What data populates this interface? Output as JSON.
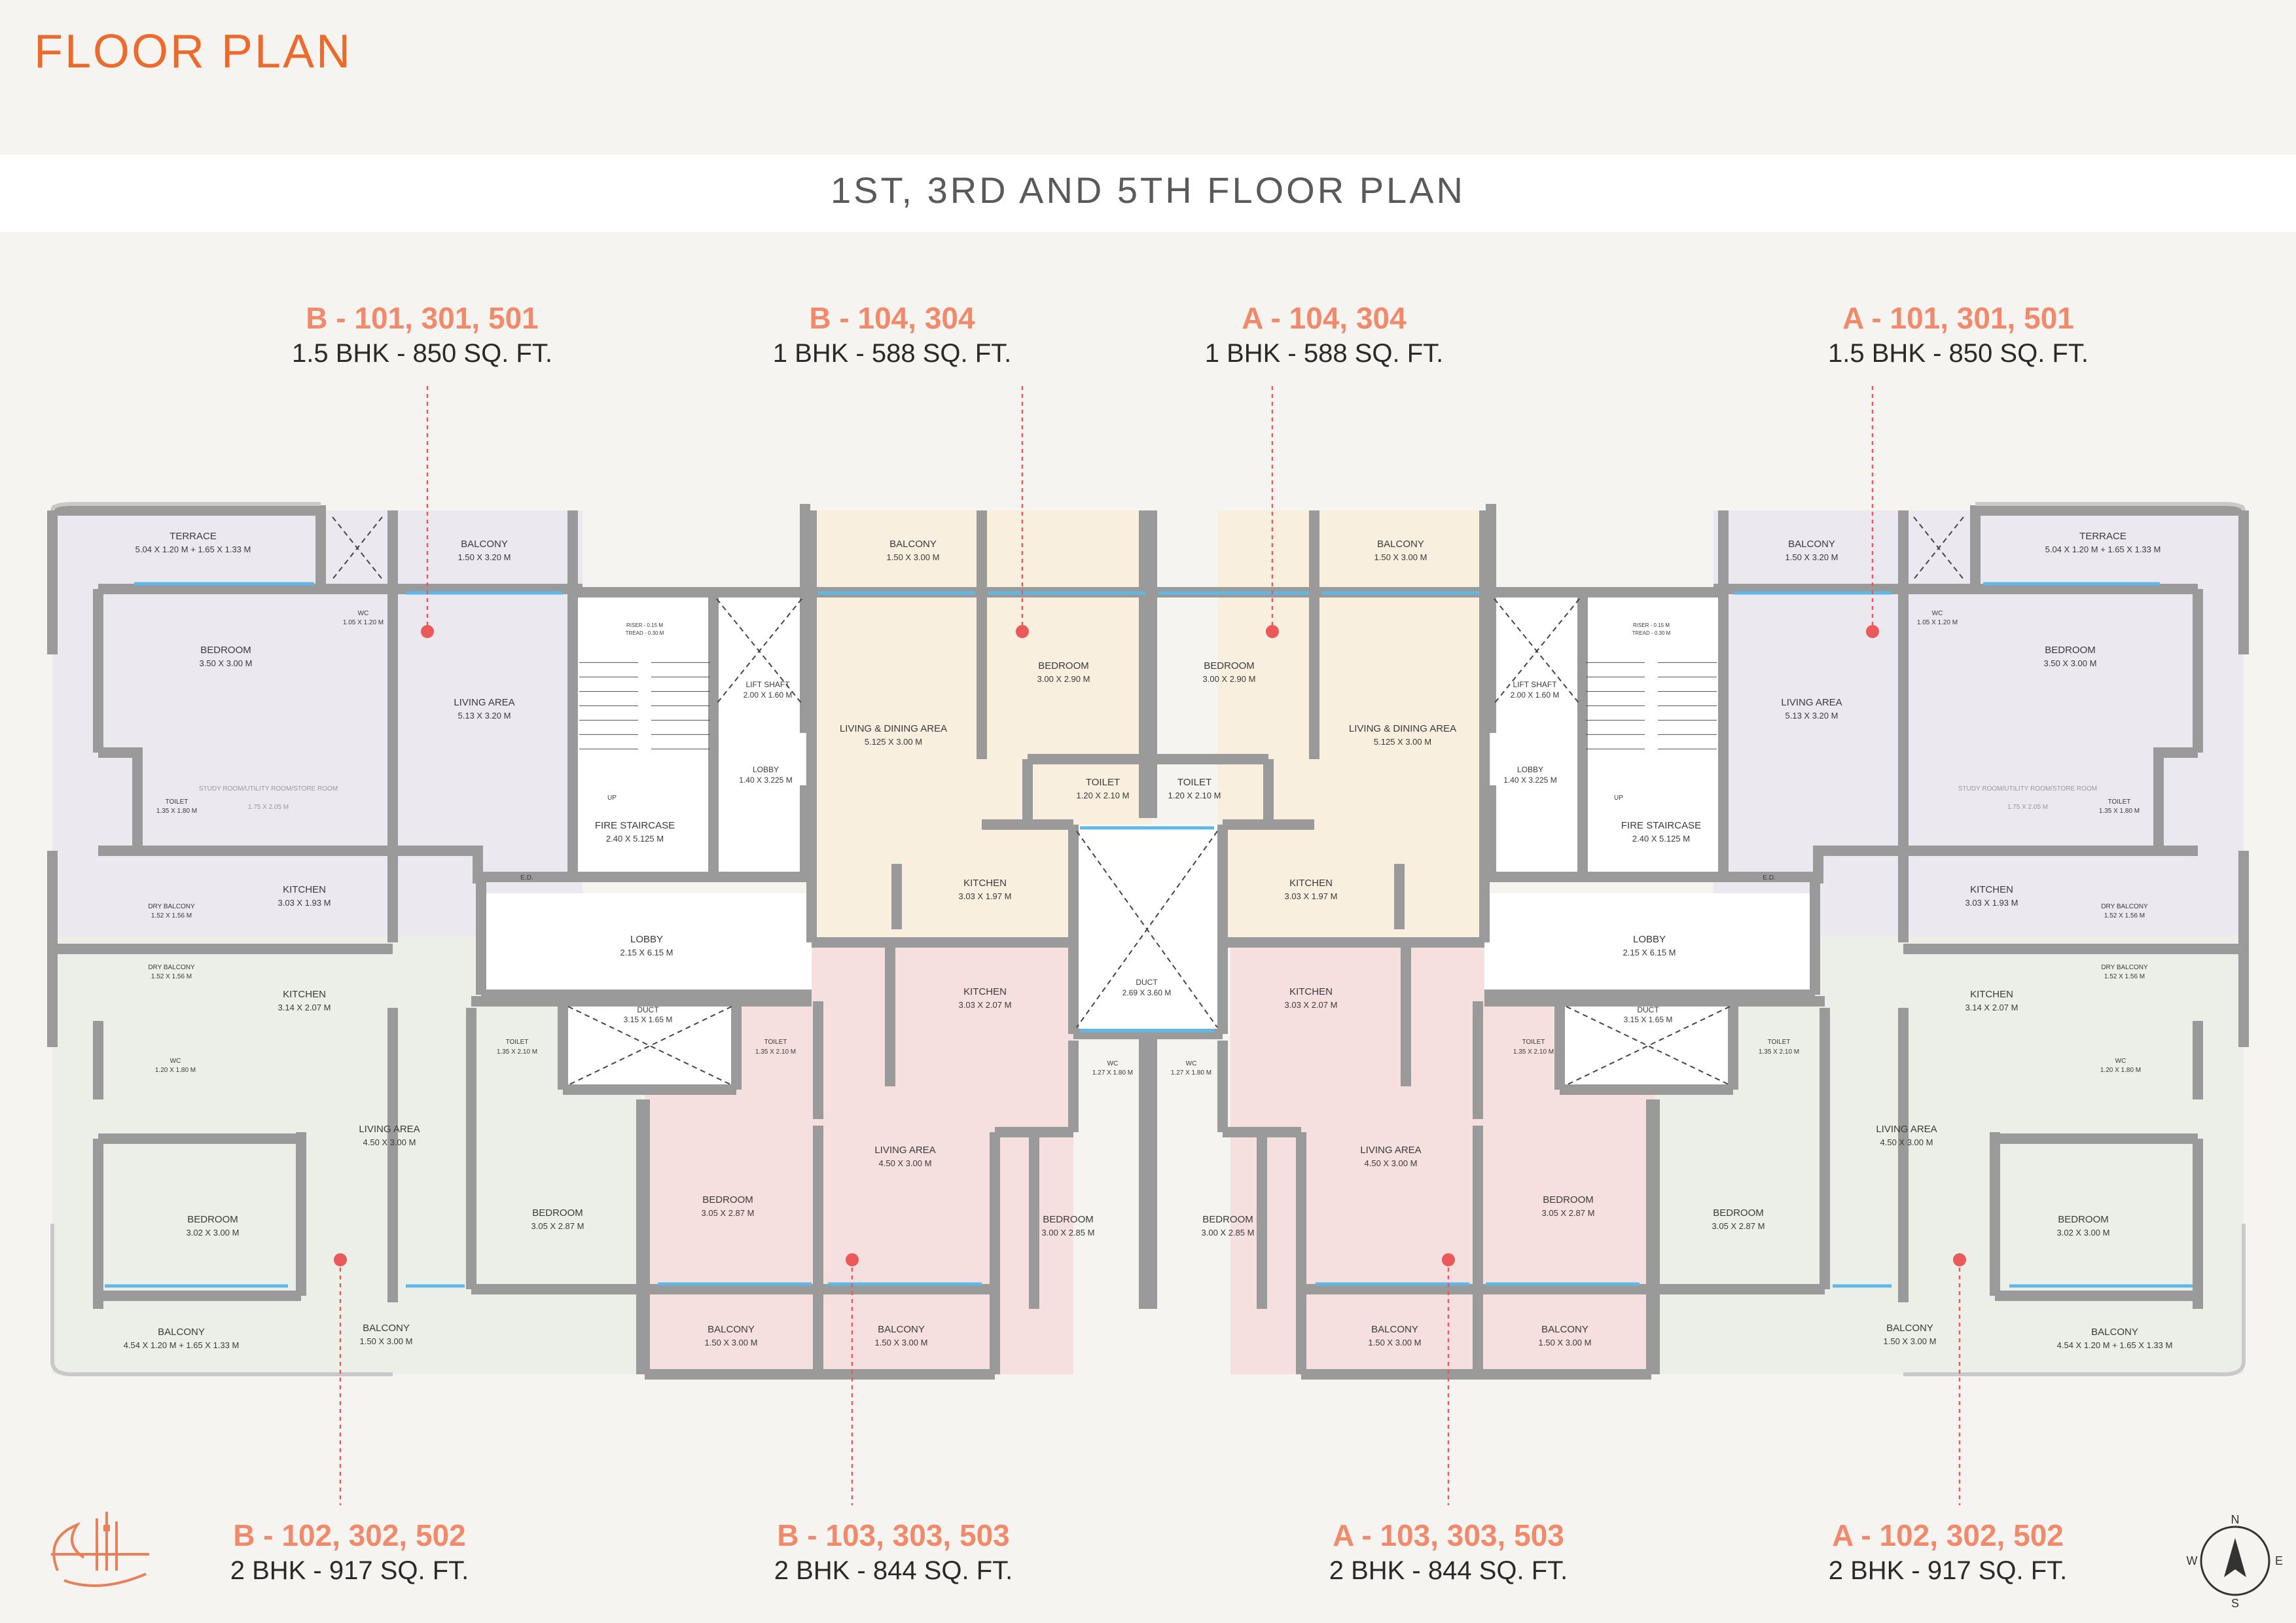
{
  "page_title": "FLOOR PLAN",
  "plan_title": "1ST, 3RD AND 5TH FLOOR PLAN",
  "colors": {
    "accent": "#ec6a2c",
    "unit_code": "#f08a6a",
    "marker": "#ea5a5a",
    "wall": "#9a9a9a",
    "window": "#5fb8e6",
    "purple_zone": "#ebe8ef",
    "green_zone": "#ecefe7",
    "beige_zone": "#f8efdf",
    "pink_zone": "#f6dfdf"
  },
  "units_top": [
    {
      "code": "B - 101, 301, 501",
      "size": "1.5 BHK - 850 SQ. FT."
    },
    {
      "code": "B - 104, 304",
      "size": "1 BHK - 588 SQ. FT."
    },
    {
      "code": "A - 104, 304",
      "size": "1 BHK - 588 SQ. FT."
    },
    {
      "code": "A - 101, 301, 501",
      "size": "1.5 BHK - 850 SQ. FT."
    }
  ],
  "units_bottom": [
    {
      "code": "B - 102, 302, 502",
      "size": "2 BHK - 917 SQ. FT."
    },
    {
      "code": "B - 103, 303, 503",
      "size": "2 BHK - 844 SQ. FT."
    },
    {
      "code": "A - 103, 303, 503",
      "size": "2 BHK - 844 SQ. FT."
    },
    {
      "code": "A - 102, 302, 502",
      "size": "2 BHK - 917 SQ. FT."
    }
  ],
  "rooms": {
    "terrace": {
      "name": "TERRACE",
      "dim": "5.04 X 1.20 M + 1.65 X 1.33 M"
    },
    "balcony_320": {
      "name": "BALCONY",
      "dim": "1.50 X 3.20 M"
    },
    "balcony_300": {
      "name": "BALCONY",
      "dim": "1.50 X 3.00 M"
    },
    "balcony_b102": {
      "name": "BALCONY",
      "dim": "4.54 X 1.20 M + 1.65 X 1.33 M"
    },
    "wc_top": {
      "name": "WC",
      "dim": "1.05 X 1.20 M"
    },
    "bedroom_350": {
      "name": "BEDROOM",
      "dim": "3.50 X 3.00 M"
    },
    "living_513": {
      "name": "LIVING AREA",
      "dim": "5.13 X 3.20 M"
    },
    "toilet_135x180": {
      "name": "TOILET",
      "dim": "1.35 X 1.80 M"
    },
    "study": {
      "name": "STUDY ROOM/UTILITY ROOM/STORE ROOM",
      "dim": "1.75 X 2.05 M"
    },
    "kitchen_303x193": {
      "name": "KITCHEN",
      "dim": "3.03 X 1.93 M"
    },
    "dry_balcony": {
      "name": "DRY BALCONY",
      "dim": "1.52 X 1.56 M"
    },
    "ed": {
      "name": "E.D.",
      "dim": ""
    },
    "fire_staircase": {
      "name": "FIRE STAIRCASE",
      "dim": "2.40 X 5.125 M"
    },
    "up": {
      "name": "UP",
      "dim": ""
    },
    "riser": {
      "name": "RISER - 0.15 M",
      "dim": "TREAD - 0.30 M"
    },
    "lift_shaft": {
      "name": "LIFT SHAFT",
      "dim": "2.00 X 1.60 M"
    },
    "lobby_small": {
      "name": "LOBBY",
      "dim": "1.40 X 3.225 M"
    },
    "lobby_big": {
      "name": "LOBBY",
      "dim": "2.15 X 6.15 M"
    },
    "living_dining": {
      "name": "LIVING & DINING AREA",
      "dim": "5.125 X 3.00 M"
    },
    "bedroom_300x290": {
      "name": "BEDROOM",
      "dim": "3.00 X 2.90 M"
    },
    "toilet_120x210": {
      "name": "TOILET",
      "dim": "1.20 X 2.10 M"
    },
    "kitchen_303x197": {
      "name": "KITCHEN",
      "dim": "3.03 X 1.97 M"
    },
    "kitchen_314x207": {
      "name": "KITCHEN",
      "dim": "3.14 X 2.07 M"
    },
    "kitchen_303x207": {
      "name": "KITCHEN",
      "dim": "3.03 X 2.07 M"
    },
    "duct_small": {
      "name": "DUCT",
      "dim": "3.15 X 1.65 M"
    },
    "duct_big": {
      "name": "DUCT",
      "dim": "2.69 X 3.60 M"
    },
    "toilet_135x210": {
      "name": "TOILET",
      "dim": "1.35 X 2.10 M"
    },
    "wc_120x180": {
      "name": "WC",
      "dim": "1.20 X 1.80 M"
    },
    "wc_127x180": {
      "name": "WC",
      "dim": "1.27 X 1.80 M"
    },
    "living_450": {
      "name": "LIVING AREA",
      "dim": "4.50 X 3.00 M"
    },
    "bedroom_302": {
      "name": "BEDROOM",
      "dim": "3.02 X 3.00 M"
    },
    "bedroom_305": {
      "name": "BEDROOM",
      "dim": "3.05 X 2.87 M"
    },
    "bedroom_300x285": {
      "name": "BEDROOM",
      "dim": "3.00 X 2.85 M"
    }
  },
  "compass": {
    "n": "N",
    "s": "S",
    "e": "E",
    "w": "W"
  },
  "logo_icon": "samarth-sai-logo"
}
